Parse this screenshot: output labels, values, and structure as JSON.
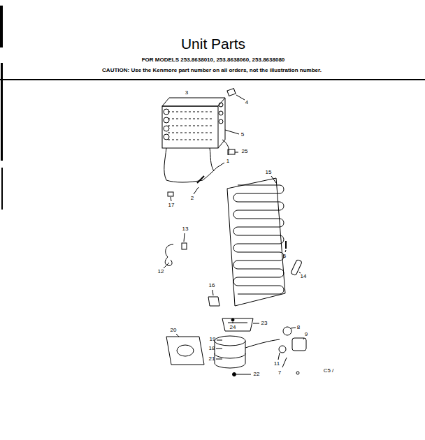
{
  "diagram": {
    "title": "Unit Parts",
    "labels": [
      "FOR MODELS 253.8638010, 253.8638060, 253.8638080",
      "CAUTION: Use the Kenmore part number on all orders, not the illustration number.",
      "3",
      "4",
      "5",
      "25",
      "1",
      "2",
      "17",
      "15",
      "13",
      "12",
      "6",
      "14",
      "16",
      "24",
      "23",
      "20",
      "19",
      "18",
      "21",
      "22",
      "8",
      "9",
      "11",
      "7",
      "C5 /"
    ]
  }
}
